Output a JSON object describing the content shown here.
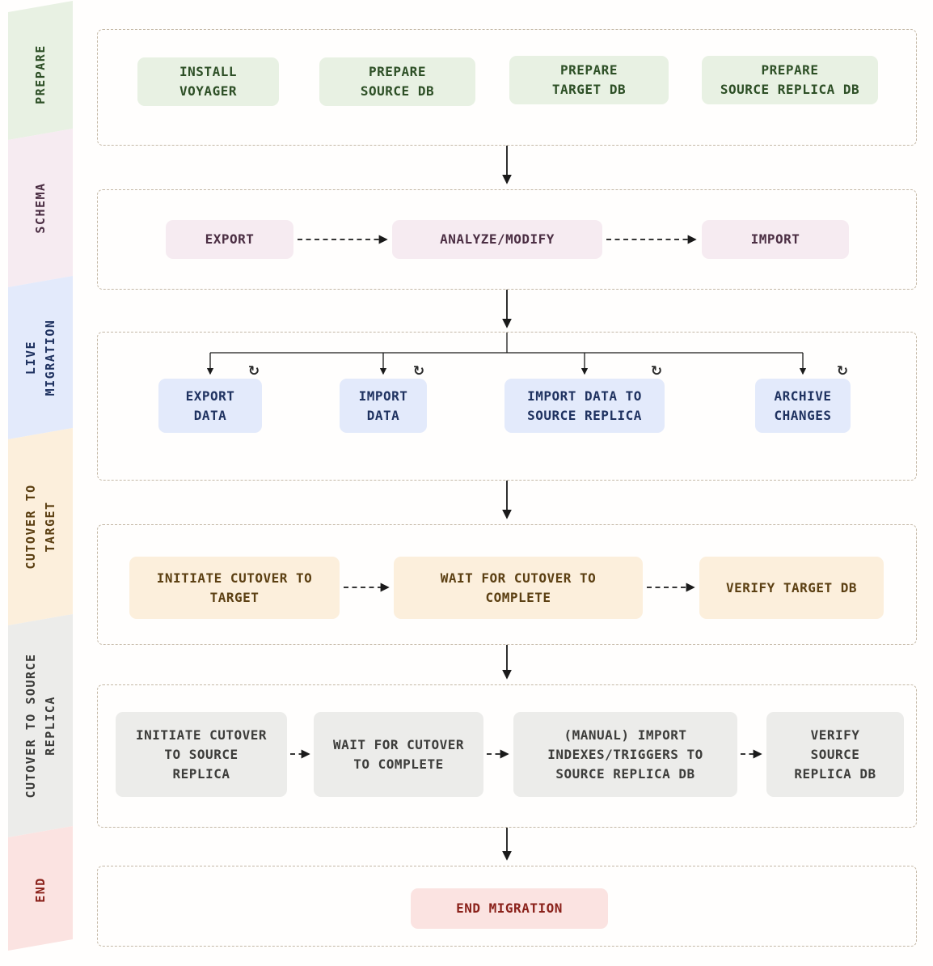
{
  "sidebar": {
    "items": [
      {
        "id": "prepare",
        "label": "PREPARE"
      },
      {
        "id": "schema",
        "label": "SCHEMA"
      },
      {
        "id": "live-migration",
        "label": "LIVE\nMIGRATION"
      },
      {
        "id": "cutover-to-target",
        "label": "CUTOVER TO\nTARGET"
      },
      {
        "id": "cutover-to-source-replica",
        "label": "CUTOVER TO SOURCE\nREPLICA"
      },
      {
        "id": "end",
        "label": "END"
      }
    ]
  },
  "flow": {
    "prepare": {
      "install_voyager": "INSTALL\nVOYAGER",
      "prepare_source_db": "PREPARE\nSOURCE DB",
      "prepare_target_db": "PREPARE\nTARGET DB",
      "prepare_source_replica_db": "PREPARE\nSOURCE REPLICA DB"
    },
    "schema": {
      "export": "EXPORT",
      "analyze_modify": "ANALYZE/MODIFY",
      "import": "IMPORT"
    },
    "live_migration": {
      "export_data": "EXPORT\nDATA",
      "import_data": "IMPORT\nDATA",
      "import_data_source_replica": "IMPORT DATA TO\nSOURCE REPLICA",
      "archive_changes": "ARCHIVE\nCHANGES"
    },
    "cutover_target": {
      "initiate": "INITIATE CUTOVER TO\nTARGET",
      "wait": "WAIT FOR CUTOVER TO\nCOMPLETE",
      "verify": "VERIFY TARGET DB"
    },
    "cutover_source_replica": {
      "initiate": "INITIATE CUTOVER\nTO SOURCE\nREPLICA",
      "wait": "WAIT FOR CUTOVER\nTO COMPLETE",
      "manual_import": "(MANUAL) IMPORT\nINDEXES/TRIGGERS TO\nSOURCE REPLICA DB",
      "verify": "VERIFY\nSOURCE\nREPLICA DB"
    },
    "end": {
      "end_migration": "END MIGRATION"
    }
  },
  "icons": {
    "loop": "↻"
  },
  "colors": {
    "prepare_bg": "#e8f1e3",
    "prepare_text": "#2d4f26",
    "schema_bg": "#f6ebf1",
    "schema_text": "#4b2e43",
    "live_bg": "#e3eafb",
    "live_text": "#1f3260",
    "cutover_target_bg": "#fcefdc",
    "cutover_target_text": "#5c4013",
    "cutover_replica_bg": "#ececea",
    "cutover_replica_text": "#3d3d3b",
    "end_bg": "#fbe3e1",
    "end_text": "#8a211a",
    "arrow": "#1a1a1a",
    "frame_border": "#c4b8a6"
  }
}
